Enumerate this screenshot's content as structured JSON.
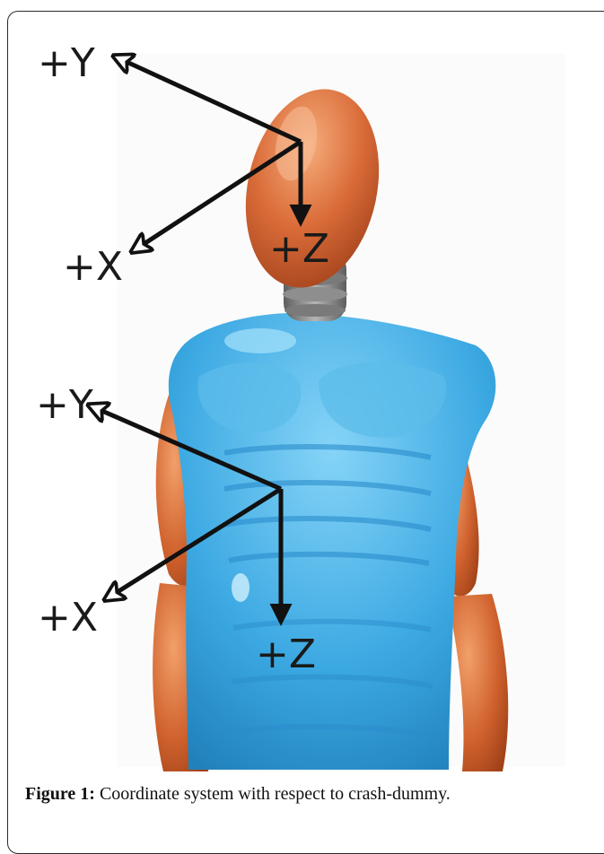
{
  "figure": {
    "head_axes": {
      "y_label": "+Y",
      "x_label": "+X",
      "z_label": "+Z"
    },
    "chest_axes": {
      "y_label": "+Y",
      "x_label": "+X",
      "z_label": "+Z"
    },
    "colors": {
      "skin": "#d2693c",
      "skin_light": "#f0a070",
      "torso": "#3aa6e0",
      "torso_light": "#7fd0f6",
      "torso_dark": "#1f7fb8",
      "neck": "#8a8a8a",
      "arrow": "#111111"
    }
  },
  "caption": {
    "label": "Figure 1:",
    "text": " Coordinate system with respect to crash-dummy."
  }
}
